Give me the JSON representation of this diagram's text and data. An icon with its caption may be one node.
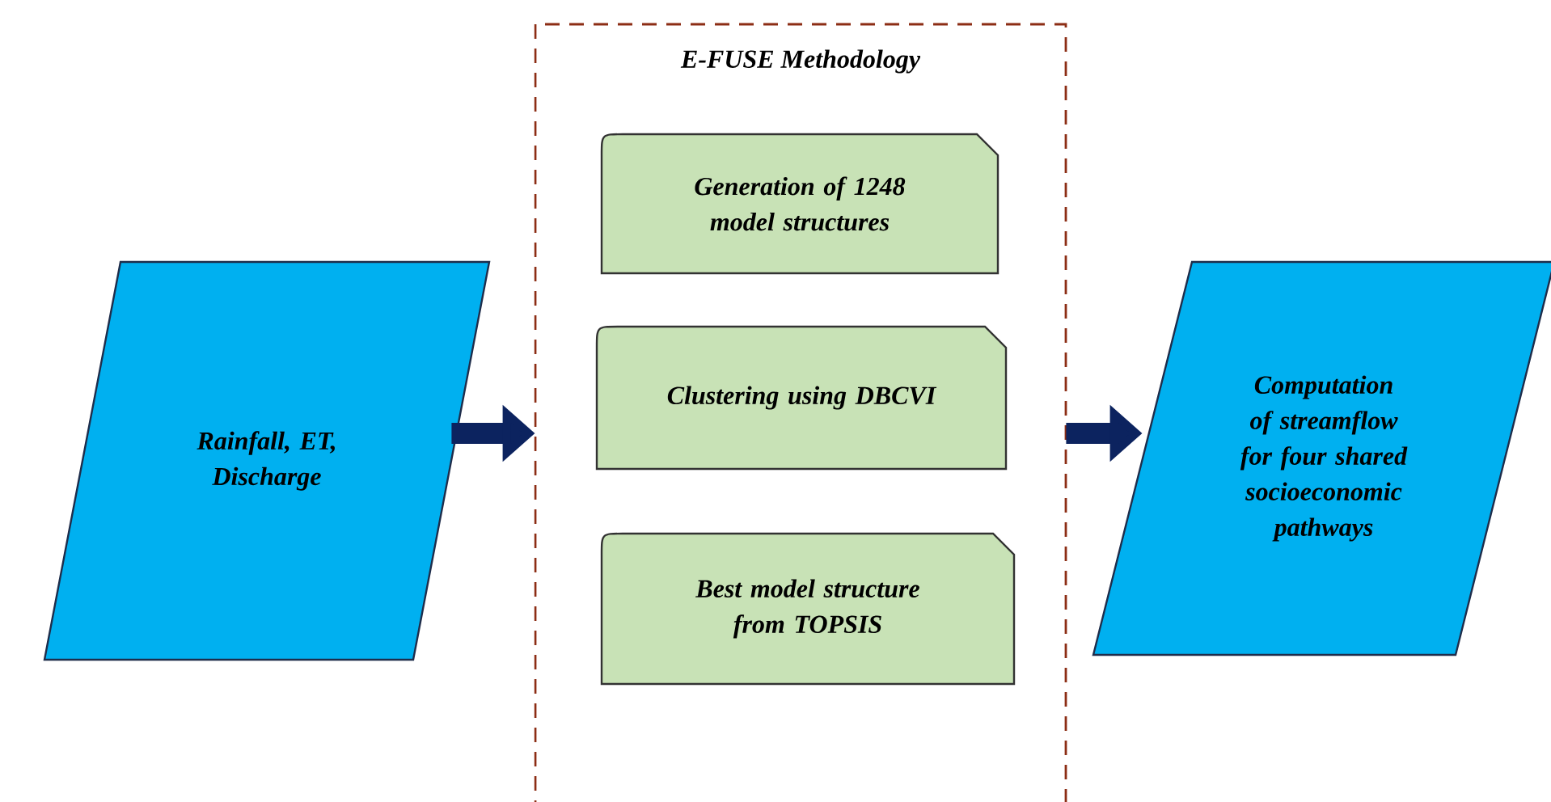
{
  "diagram": {
    "nodes": [
      {
        "text": [
          "Rainfall, ET, Discharge"
        ]
      },
      {
        "text": [
          "E-FUSE Methodology"
        ]
      },
      {
        "text": [
          "Generation of 1248 model structures"
        ],
        "in": 1
      },
      {
        "text": [
          "Clustering using DBCVI"
        ],
        "in": 1
      },
      {
        "text": [
          "Best model structure from TOPSIS"
        ],
        "in": 1
      },
      {
        "text": [
          "Computation of streamflow for four shared socioeconomic pathways"
        ]
      }
    ],
    "edges": [
      {
        "from": 0,
        "to": 1,
        "arrow": "to"
      },
      {
        "from": 1,
        "to": 5,
        "arrow": "to"
      }
    ]
  }
}
